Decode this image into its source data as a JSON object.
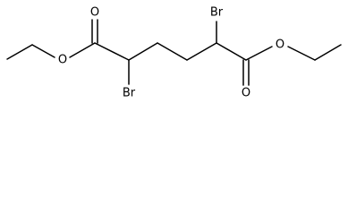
{
  "molecule": {
    "atoms": {
      "o_carbonyl_left": "O",
      "o_ester_left": "O",
      "br_left": "Br",
      "br_right": "Br",
      "o_ester_right": "O",
      "o_carbonyl_right": "O"
    }
  }
}
